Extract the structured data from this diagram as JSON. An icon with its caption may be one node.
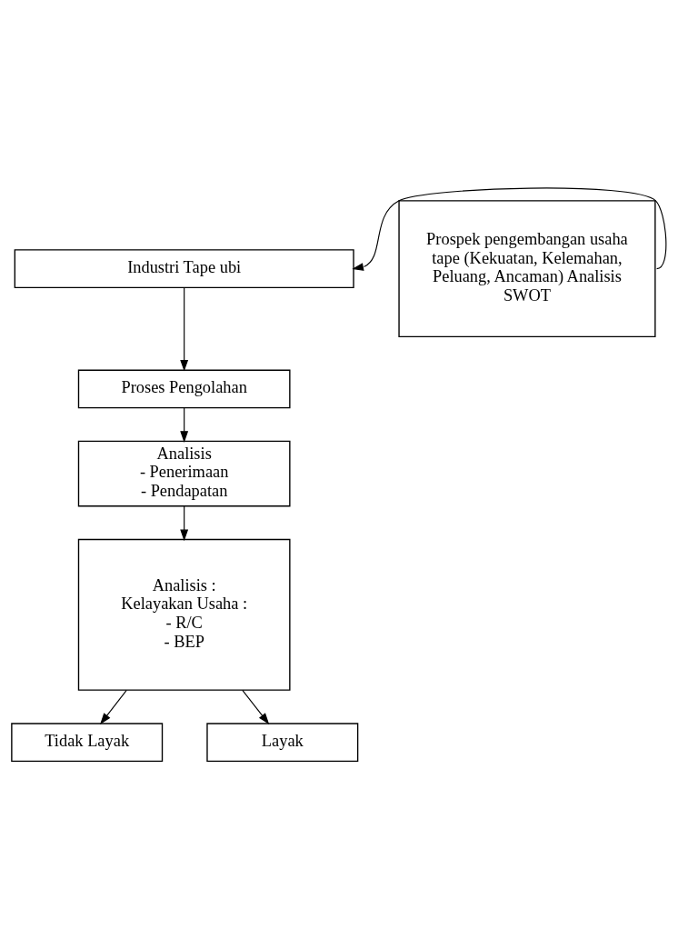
{
  "diagram": {
    "nodes": [
      {
        "text": [
          "Industri Tape ubi"
        ]
      },
      {
        "text": [
          "Proses Pengolahan"
        ]
      },
      {
        "text": [
          "Analisis",
          "- Penerimaan",
          "- Pendapatan"
        ]
      },
      {
        "text": [
          "Analisis :",
          "Kelayakan Usaha :",
          "- R/C",
          "- BEP"
        ]
      },
      {
        "text": [
          "Tidak Layak"
        ]
      },
      {
        "text": [
          "Layak"
        ]
      },
      {
        "text": [
          "Prospek pengembangan usaha tape (Kekuatan, Kelemahan, Peluang, Ancaman) Analisis SWOT"
        ]
      }
    ],
    "edges": [
      {
        "from": 0,
        "to": 1,
        "arrow": "to"
      },
      {
        "from": 1,
        "to": 2,
        "arrow": "to"
      },
      {
        "from": 2,
        "to": 3,
        "arrow": "to"
      },
      {
        "from": 3,
        "to": 5,
        "arrow": "to"
      },
      {
        "from": 3,
        "to": 4,
        "arrow": "to"
      },
      {
        "from": 6,
        "to": 0,
        "arrow": "to"
      }
    ]
  }
}
